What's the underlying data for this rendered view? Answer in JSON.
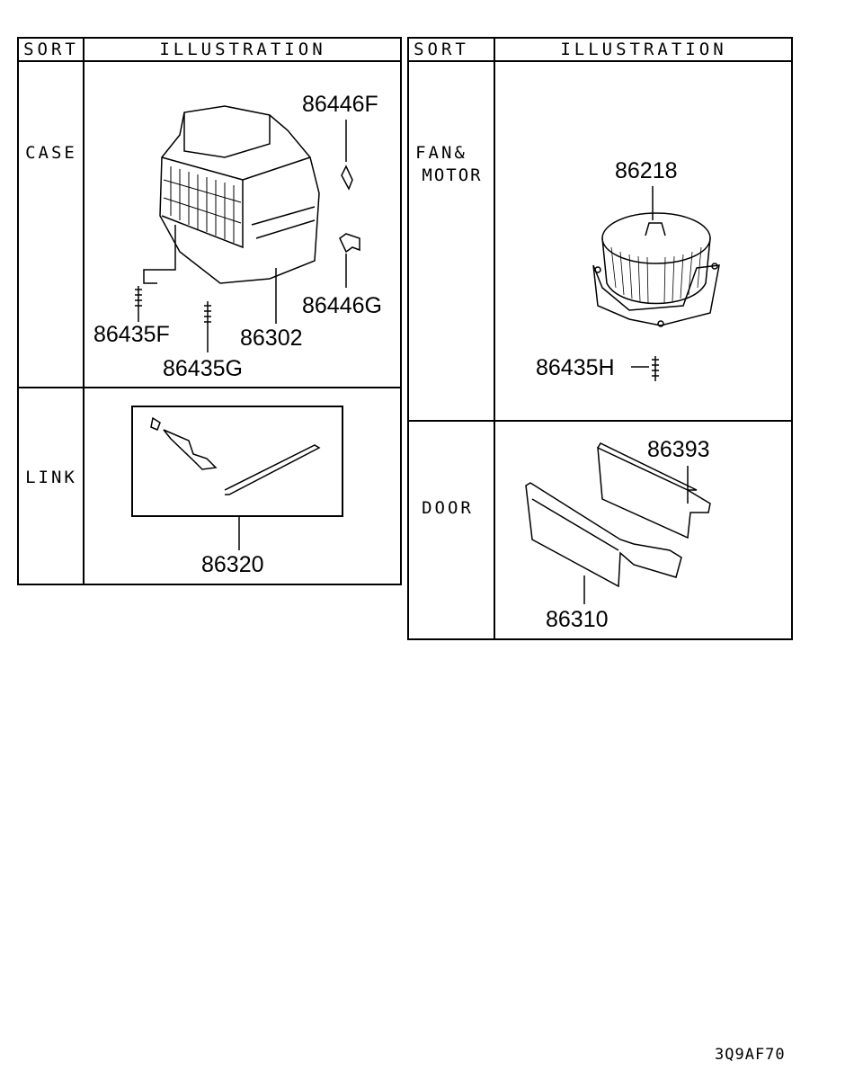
{
  "left_table": {
    "headers": {
      "sort": "SORT",
      "illustration": "ILLUSTRATION"
    },
    "rows": [
      {
        "sort": "CASE",
        "parts": [
          "86446F",
          "86446G",
          "86435F",
          "86302",
          "86435G"
        ]
      },
      {
        "sort": "LINK",
        "parts": [
          "86320"
        ]
      }
    ]
  },
  "right_table": {
    "headers": {
      "sort": "SORT",
      "illustration": "ILLUSTRATION"
    },
    "rows": [
      {
        "sort_lines": [
          "FAN&",
          "MOTOR"
        ],
        "parts": [
          "86218",
          "86435H"
        ]
      },
      {
        "sort": "DOOR",
        "parts": [
          "86393",
          "86310"
        ]
      }
    ]
  },
  "figure_code": "3Q9AF70"
}
